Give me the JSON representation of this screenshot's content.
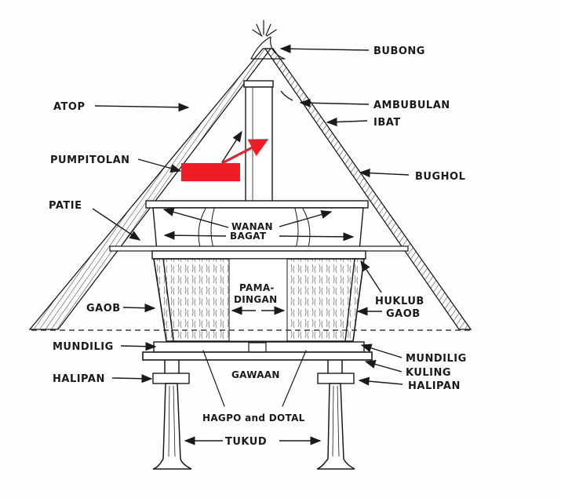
{
  "labels": {
    "bubong": "BUBONG",
    "atop": "ATOP",
    "ambubulan": "AMBUBULAN",
    "ibat": "IBAT",
    "pumpitolan": "PUMPITOLAN",
    "bughol": "BUGHOL",
    "patie": "PATIE",
    "wanan": "WANAN",
    "bagat": "BAGAT",
    "pamadingan_1": "PAMA-",
    "pamadingan_2": "DINGAN",
    "gaob_left": "GAOB",
    "huklub": "HUKLUB",
    "gaob_right": "GAOB",
    "mundilig_left": "MUNDILIG",
    "mundilig_right": "MUNDILIG",
    "halipan_left": "HALIPAN",
    "kulING": "KULING",
    "halipan_right": "HALIPAN",
    "gawaan": "GAWAAN",
    "hagpo": "HAGPO and DOTAL",
    "tukud": "TUKUD"
  },
  "colors": {
    "ink": "#1a1a1a",
    "highlight_box": "#ee1c24",
    "highlight_arrow": "#ee1c24",
    "background": "#fefefe"
  }
}
